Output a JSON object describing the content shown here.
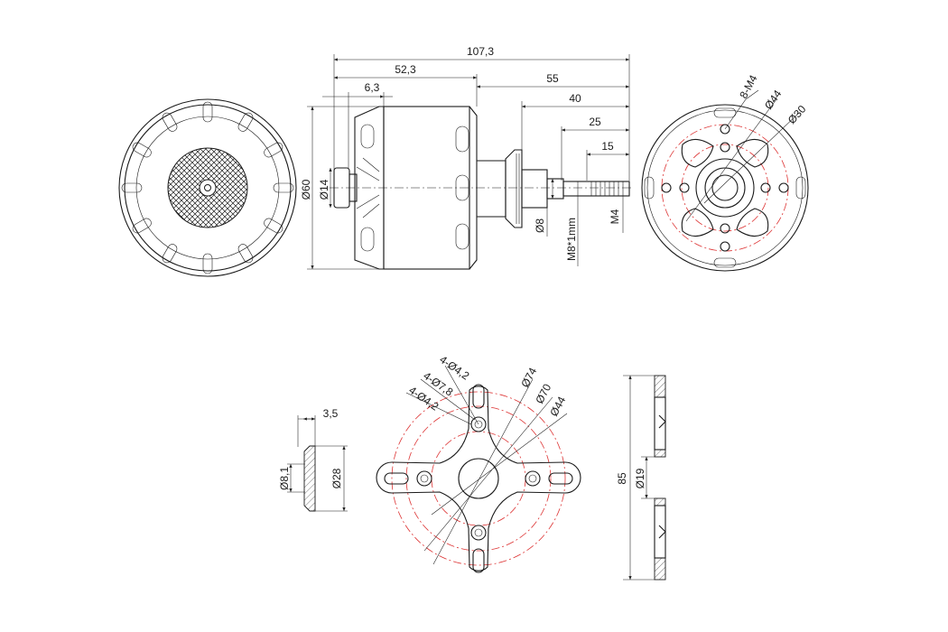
{
  "dimensions": {
    "overall_length": "107,3",
    "body_length": "52,3",
    "shaft_length": "55",
    "shaft_40": "40",
    "shaft_25": "25",
    "shaft_15": "15",
    "front_offset": "6,3",
    "body_diameter": "Ø60",
    "boss_diameter": "Ø14",
    "shaft_diameter": "Ø8",
    "thread_m4": "M4",
    "thread_m8": "M8*1mm",
    "mount_holes": "8-M4",
    "bolt_circle_44": "Ø44",
    "bolt_circle_30": "Ø30",
    "washer_thickness": "3,5",
    "washer_bore": "Ø8,1",
    "washer_outer": "Ø28",
    "mount_hole_a": "4-Ø4,2",
    "mount_hole_b": "4-Ø7,8",
    "mount_hole_c": "4-Ø4,2",
    "mount_circle_74": "Ø74",
    "mount_circle_70": "Ø70",
    "mount_circle_44": "Ø44",
    "plate_height": "85",
    "plate_bore": "Ø19"
  },
  "colors": {
    "line": "#1a1a1a",
    "centerline": "#dd3333"
  }
}
